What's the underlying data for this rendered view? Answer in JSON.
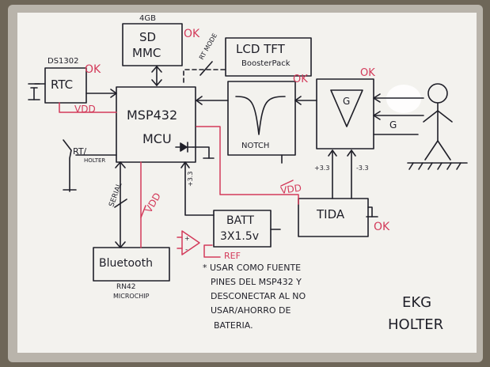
{
  "board": {
    "frame_color": "#b9b4ab",
    "surface_color": "#f3f2ee",
    "ink_color": "#1f1f28",
    "accent_color": "#d33a5a"
  },
  "blocks": {
    "sd_top": "4GB",
    "sd_line1": "SD",
    "sd_line2": "MMC",
    "lcd_line1": "LCD TFT",
    "lcd_line2": "BoosterPack",
    "rtc": "RTC",
    "mcu_line1": "MSP432",
    "mcu_line2": "MCU",
    "notch": "NOTCH",
    "gain": "G",
    "batt_line1": "BATT",
    "batt_line2": "3X1.5v",
    "tida": "TIDA",
    "bluetooth": "Bluetooth"
  },
  "annotations": {
    "ds1302": "DS1302",
    "rt_mode": "RT MODE",
    "ok_sd": "OK",
    "ok_rtc": "OK",
    "ok_notch": "OK",
    "ok_gain": "OK",
    "ok_tida": "OK",
    "vdd_rtc": "VDD",
    "rt_holter": "RT/",
    "holter_small": "HOLTER",
    "serial": "SERIAL",
    "vdd_bt": "VDD",
    "vdd_tida": "VDD",
    "plus33_mcu": "+3.3",
    "plus33_tida": "+3.3",
    "minus33_tida": "-3.3",
    "g_output": "G",
    "ref": "REF",
    "rn42": "RN42",
    "microchip": "MICROCHIP",
    "plus": "+",
    "minus": "-"
  },
  "note": {
    "lines": [
      "* USAR COMO FUENTE",
      "PINES DEL MSP432 Y",
      "DESCONECTAR AL NO",
      "USAR/AHORRO DE",
      "BATERIA."
    ]
  },
  "title": {
    "line1": "EKG",
    "line2": "HOLTER"
  }
}
